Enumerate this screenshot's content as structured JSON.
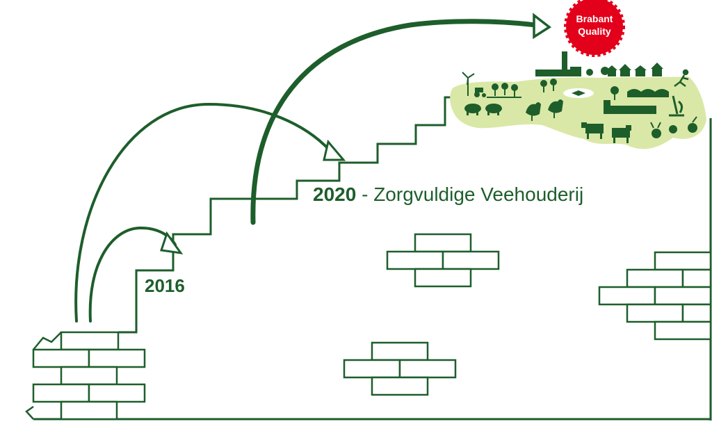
{
  "labels": {
    "year_2016": "2016",
    "year_2020": "2020",
    "separator": " - ",
    "goal_2020": "Zorgvuldige Veehouderij"
  },
  "seal": {
    "line1": "Brabant",
    "line2": "Quality"
  },
  "colors": {
    "green": "#1d5e2b",
    "landscape": "#d9e8a6",
    "seal_red": "#e2001a",
    "background": "#ffffff"
  },
  "icons": [
    "wind-turbine-icon",
    "tractor-icon",
    "tree-icon",
    "factory-icon",
    "house-icon",
    "pig-icon",
    "chicken-icon",
    "cow-icon",
    "fish-icon",
    "greenhouse-icon",
    "microscope-icon",
    "runner-icon",
    "vegetable-icon"
  ]
}
